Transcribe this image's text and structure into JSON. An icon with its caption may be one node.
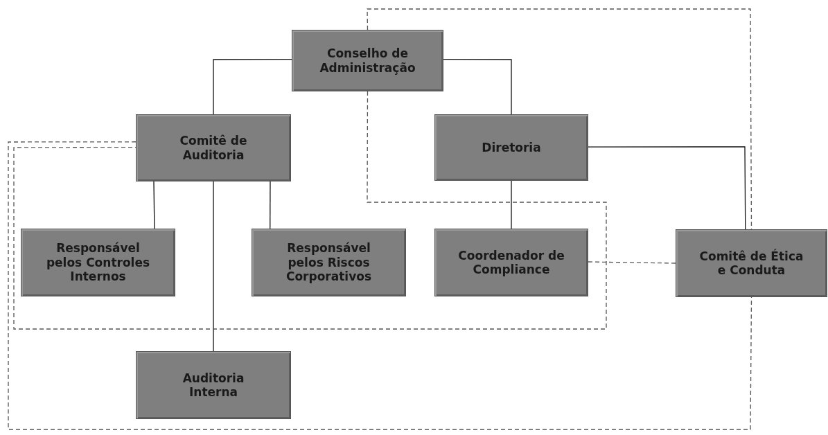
{
  "diagram": {
    "nodes": [
      {
        "text": [
          "Conselho de Administração"
        ]
      },
      {
        "text": [
          "Comitê de Auditoria"
        ]
      },
      {
        "text": [
          "Diretoria"
        ]
      },
      {
        "text": [
          "Responsável pelos Controles Internos"
        ]
      },
      {
        "text": [
          "Responsável pelos Riscos Corporativos"
        ]
      },
      {
        "text": [
          "Coordenador de Compliance"
        ]
      },
      {
        "text": [
          "Comitê de Ética e Conduta"
        ]
      },
      {
        "text": [
          "Auditoria Interna"
        ]
      }
    ],
    "edges": [
      {
        "from": 0,
        "to": 1,
        "arrow": "none"
      },
      {
        "from": 0,
        "to": 2,
        "arrow": "none"
      },
      {
        "from": 2,
        "to": 6,
        "arrow": "none"
      },
      {
        "from": 1,
        "to": 3,
        "arrow": "none"
      },
      {
        "from": 1,
        "to": 4,
        "arrow": "none"
      },
      {
        "from": 1,
        "to": 7,
        "arrow": "none"
      },
      {
        "from": 2,
        "to": 5,
        "arrow": "none"
      },
      {
        "from": 0,
        "to": 6,
        "arrow": "none",
        "style": "dashed"
      },
      {
        "from": 0,
        "to": 1,
        "arrow": "none",
        "style": "dashed"
      },
      {
        "from": 5,
        "to": 6,
        "arrow": "none",
        "style": "dashed"
      },
      {
        "from": 1,
        "to": 6,
        "arrow": "none",
        "style": "dashed"
      }
    ]
  }
}
